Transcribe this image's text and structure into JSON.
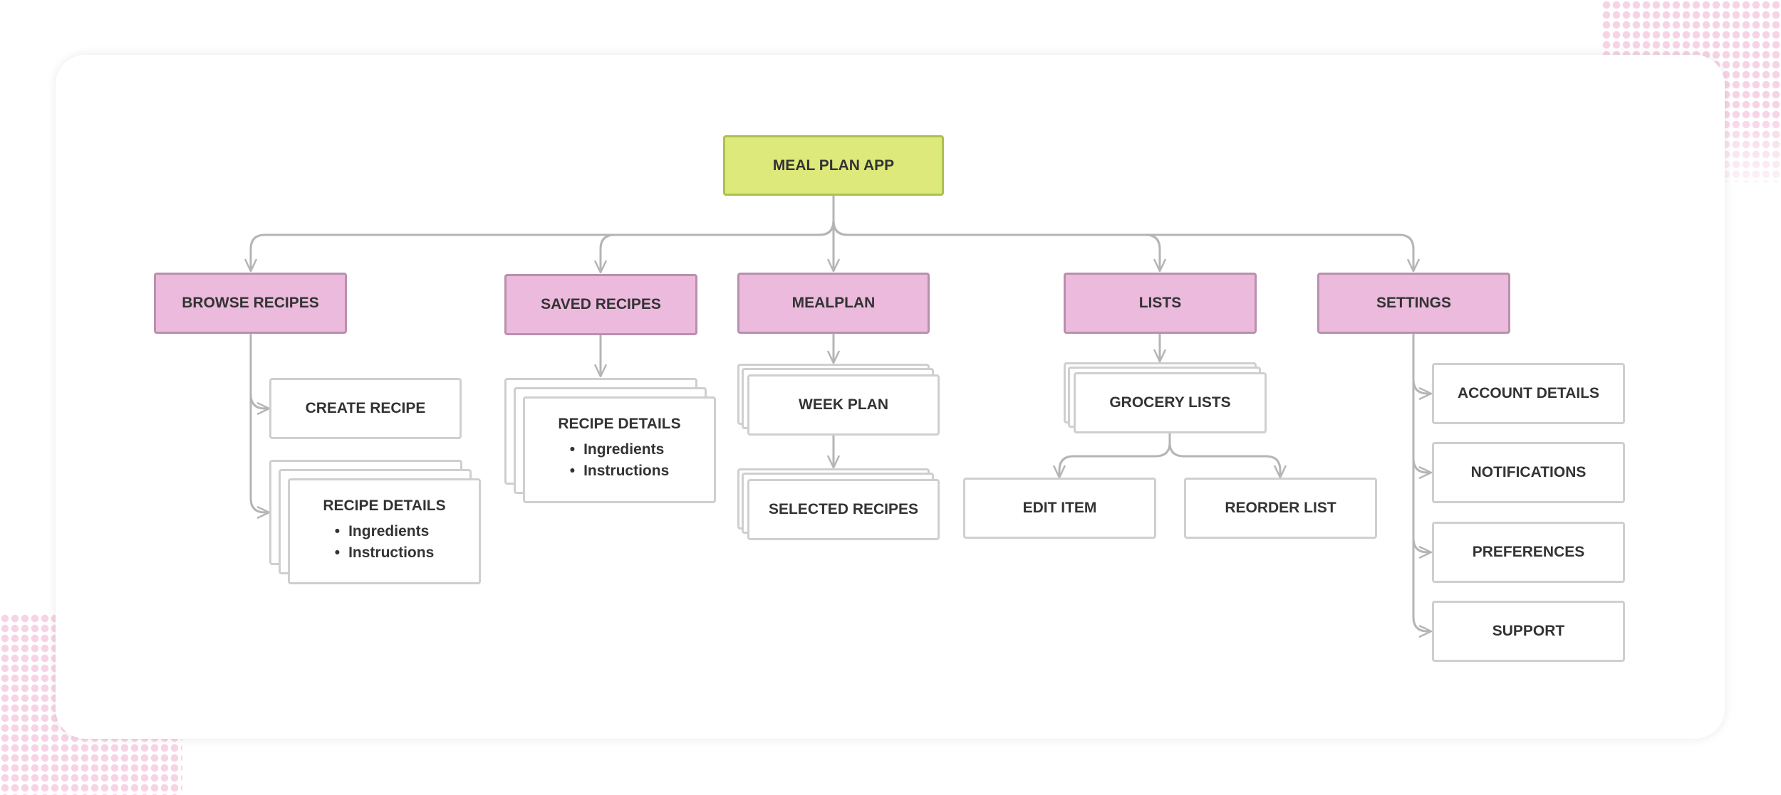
{
  "colors": {
    "root_fill": "#dde97a",
    "category_fill": "#ebbadc",
    "leaf_fill": "#ffffff",
    "connector": "#b5b5b5"
  },
  "diagram": {
    "root": "MEAL PLAN APP",
    "categories": {
      "browse": "BROWSE RECIPES",
      "saved": "SAVED RECIPES",
      "mealplan": "MEALPLAN",
      "lists": "LISTS",
      "settings": "SETTINGS"
    },
    "browse_children": {
      "create_recipe": "CREATE RECIPE",
      "recipe_details": {
        "title": "RECIPE DETAILS",
        "bullets": [
          "Ingredients",
          "Instructions"
        ]
      }
    },
    "saved_children": {
      "recipe_details": {
        "title": "RECIPE DETAILS",
        "bullets": [
          "Ingredients",
          "Instructions"
        ]
      }
    },
    "mealplan_children": {
      "week_plan": "WEEK PLAN",
      "selected_recipes": "SELECTED RECIPES"
    },
    "lists_children": {
      "grocery_lists": "GROCERY LISTS",
      "edit_item": "EDIT ITEM",
      "reorder_list": "REORDER LIST"
    },
    "settings_children": {
      "account_details": "ACCOUNT DETAILS",
      "notifications": "NOTIFICATIONS",
      "preferences": "PREFERENCES",
      "support": "SUPPORT"
    }
  }
}
